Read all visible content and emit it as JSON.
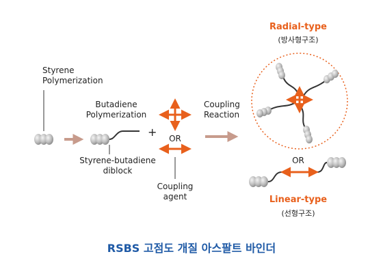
{
  "colors": {
    "accent": "#e8601c",
    "caption": "#1f5aa6",
    "bead": "#bdbdbd",
    "chain": "#333333",
    "process_arrow": "#c79b8c"
  },
  "labels": {
    "styrene": "Styrene\nPolymerization",
    "butadiene": "Butadiene\nPolymerization",
    "diblock": "Styrene-butadiene\ndiblock",
    "plus": "+",
    "or_agent": "OR",
    "coupling_agent": "Coupling\nagent",
    "coupling_reaction": "Coupling\nReaction",
    "or_types": "OR"
  },
  "radial": {
    "title": "Radial-type",
    "subtitle": "(방사형구조)"
  },
  "linear": {
    "title": "Linear-type",
    "subtitle": "(선형구조)"
  },
  "caption": "RSBS 고점도 개질 아스팔트 바인더"
}
